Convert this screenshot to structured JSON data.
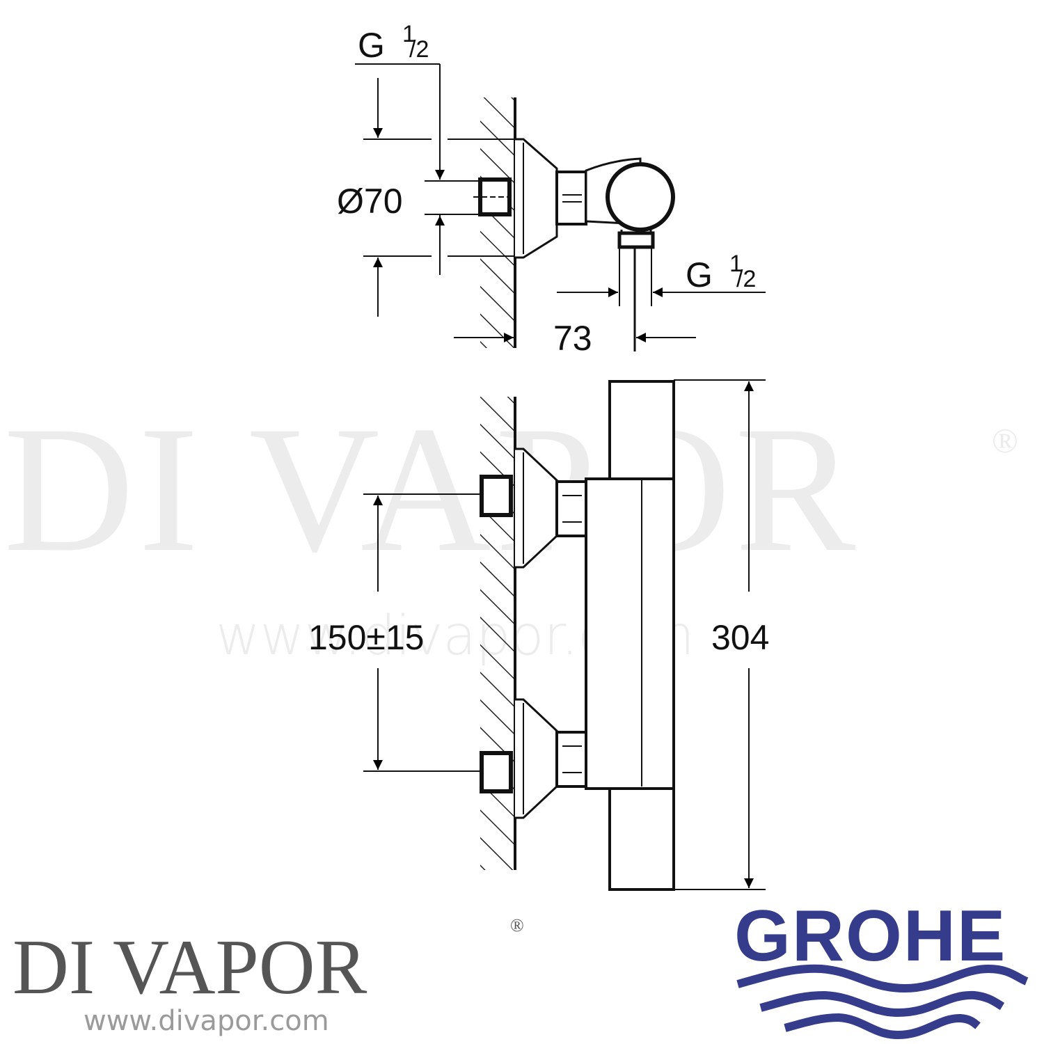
{
  "watermark": {
    "brand": "DI VAPOR",
    "registered": "®",
    "url": "www.divapor.com"
  },
  "side_view": {
    "label_inlet_thread": "G",
    "label_inlet_fraction_num": "1",
    "label_inlet_fraction_den": "/2",
    "label_escutcheon_diameter": "Ø70",
    "label_outlet_thread": "G",
    "label_outlet_fraction_num": "1",
    "label_outlet_fraction_den": "/2",
    "label_projection": "73"
  },
  "front_view": {
    "label_inlet_centres": "150±15",
    "label_overall_height": "304"
  },
  "footer": {
    "retailer_logo": "DI VAPOR",
    "retailer_registered": "®",
    "retailer_url": "www.divapor.com",
    "manufacturer_logo": "GROHE",
    "manufacturer_color": "#353c8c",
    "text_color": "#555555"
  }
}
